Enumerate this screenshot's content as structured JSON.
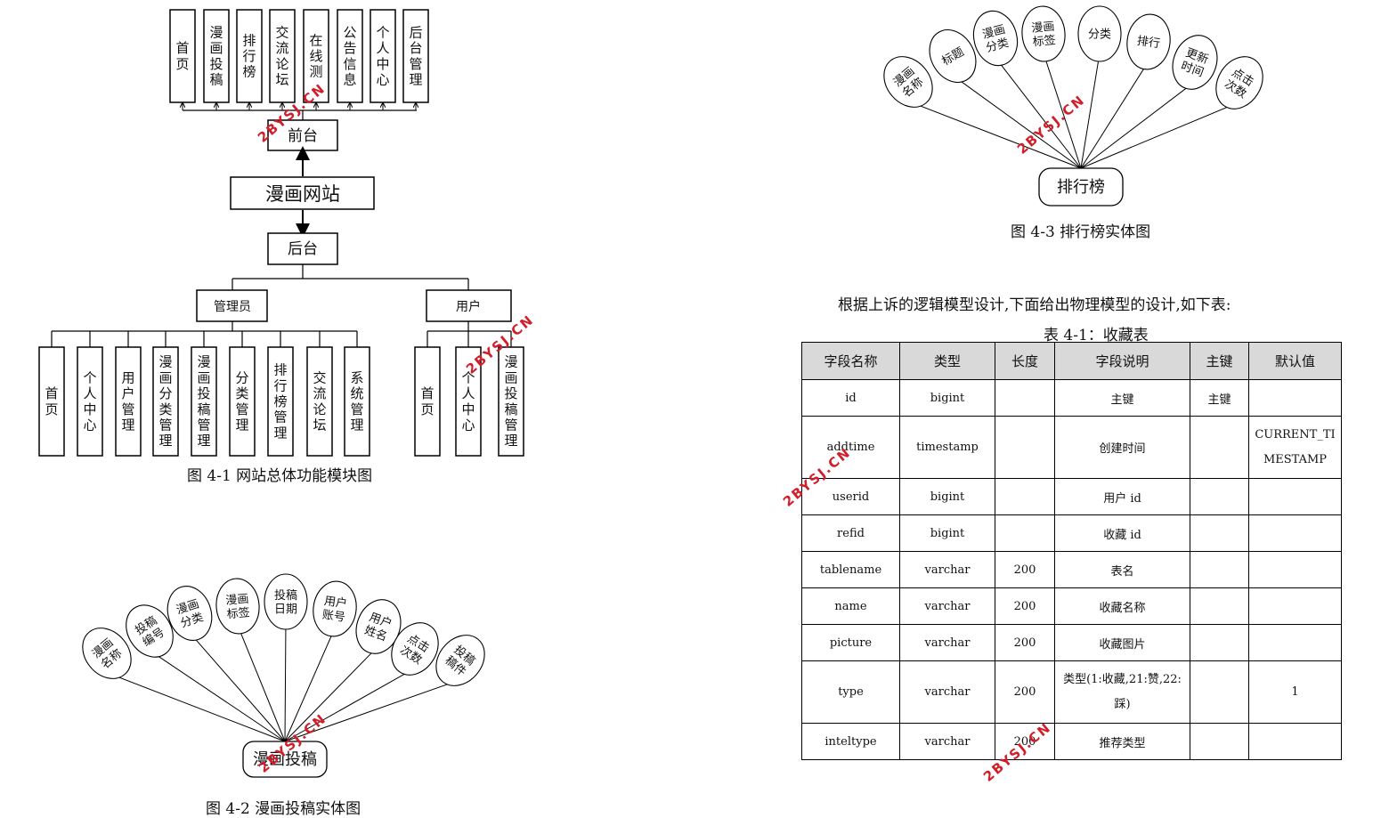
{
  "fig1": {
    "front_items": [
      "首页",
      "漫画投稿",
      "排行榜",
      "交流论坛",
      "在线测",
      "公告信息",
      "个人中心",
      "后台管理"
    ],
    "front_label": "前台",
    "site_label": "漫画网站",
    "back_label": "后台",
    "admin_label": "管理员",
    "user_label": "用户",
    "admin_items": [
      "首页",
      "个人中心",
      "用户管理",
      "漫画分类管理",
      "漫画投稿管理",
      "分类管理",
      "排行榜管理",
      "交流论坛",
      "系统管理"
    ],
    "user_items": [
      "首页",
      "个人中心",
      "漫画投稿管理"
    ],
    "caption": "图  4-1 网站总体功能模块图"
  },
  "fig2": {
    "attributes": [
      "漫画名称",
      "投稿编号",
      "漫画分类",
      "漫画标签",
      "投稿日期",
      "用户账号",
      "用户姓名",
      "点击次数",
      "投稿稿件"
    ],
    "entity": "漫画投稿",
    "caption": "图 4-2 漫画投稿实体图"
  },
  "fig3": {
    "attributes": [
      "漫画名称",
      "标题",
      "漫画分类",
      "漫画标签",
      "分类",
      "排行",
      "更新时间",
      "点击次数"
    ],
    "entity": "排行榜",
    "caption": "图 4-3 排行榜实体图"
  },
  "intro_text": "根据上诉的逻辑模型设计,下面给出物理模型的设计,如下表:",
  "table_title": "表 4-1：收藏表",
  "table": {
    "headers": [
      "字段名称",
      "类型",
      "长度",
      "字段说明",
      "主键",
      "默认值"
    ],
    "rows": [
      [
        "id",
        "bigint",
        "",
        "主键",
        "主键",
        ""
      ],
      [
        "addtime",
        "timestamp",
        "",
        "创建时间",
        "",
        "CURRENT_TIMESTAMP"
      ],
      [
        "userid",
        "bigint",
        "",
        "用户 id",
        "",
        ""
      ],
      [
        "refid",
        "bigint",
        "",
        "收藏 id",
        "",
        ""
      ],
      [
        "tablename",
        "varchar",
        "200",
        "表名",
        "",
        ""
      ],
      [
        "name",
        "varchar",
        "200",
        "收藏名称",
        "",
        ""
      ],
      [
        "picture",
        "varchar",
        "200",
        "收藏图片",
        "",
        ""
      ],
      [
        "type",
        "varchar",
        "200",
        "类型(1:收藏,21:赞,22:踩)",
        "",
        "1"
      ],
      [
        "inteltype",
        "varchar",
        "200",
        "推荐类型",
        "",
        ""
      ]
    ]
  },
  "watermark": "2BYSJ.CN"
}
